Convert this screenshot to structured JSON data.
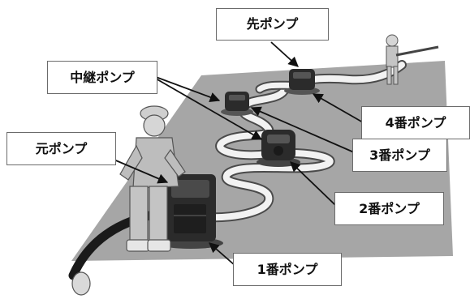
{
  "labels": {
    "saki_pump": "先ポンプ",
    "chukei_pump": "中継ポンプ",
    "moto_pump": "元ポンプ",
    "pump_4": "4番ポンプ",
    "pump_3": "3番ポンプ",
    "pump_2": "2番ポンプ",
    "pump_1": "1番ポンプ"
  },
  "icons": [
    "pump-icon",
    "firefighter-icon",
    "hose-icon",
    "nozzle-icon"
  ],
  "colors": {
    "ground": "#a6a6a6",
    "pump_body": "#2b2b2b",
    "hose": "#f2f2f2",
    "label_border": "#6b6b6b"
  }
}
